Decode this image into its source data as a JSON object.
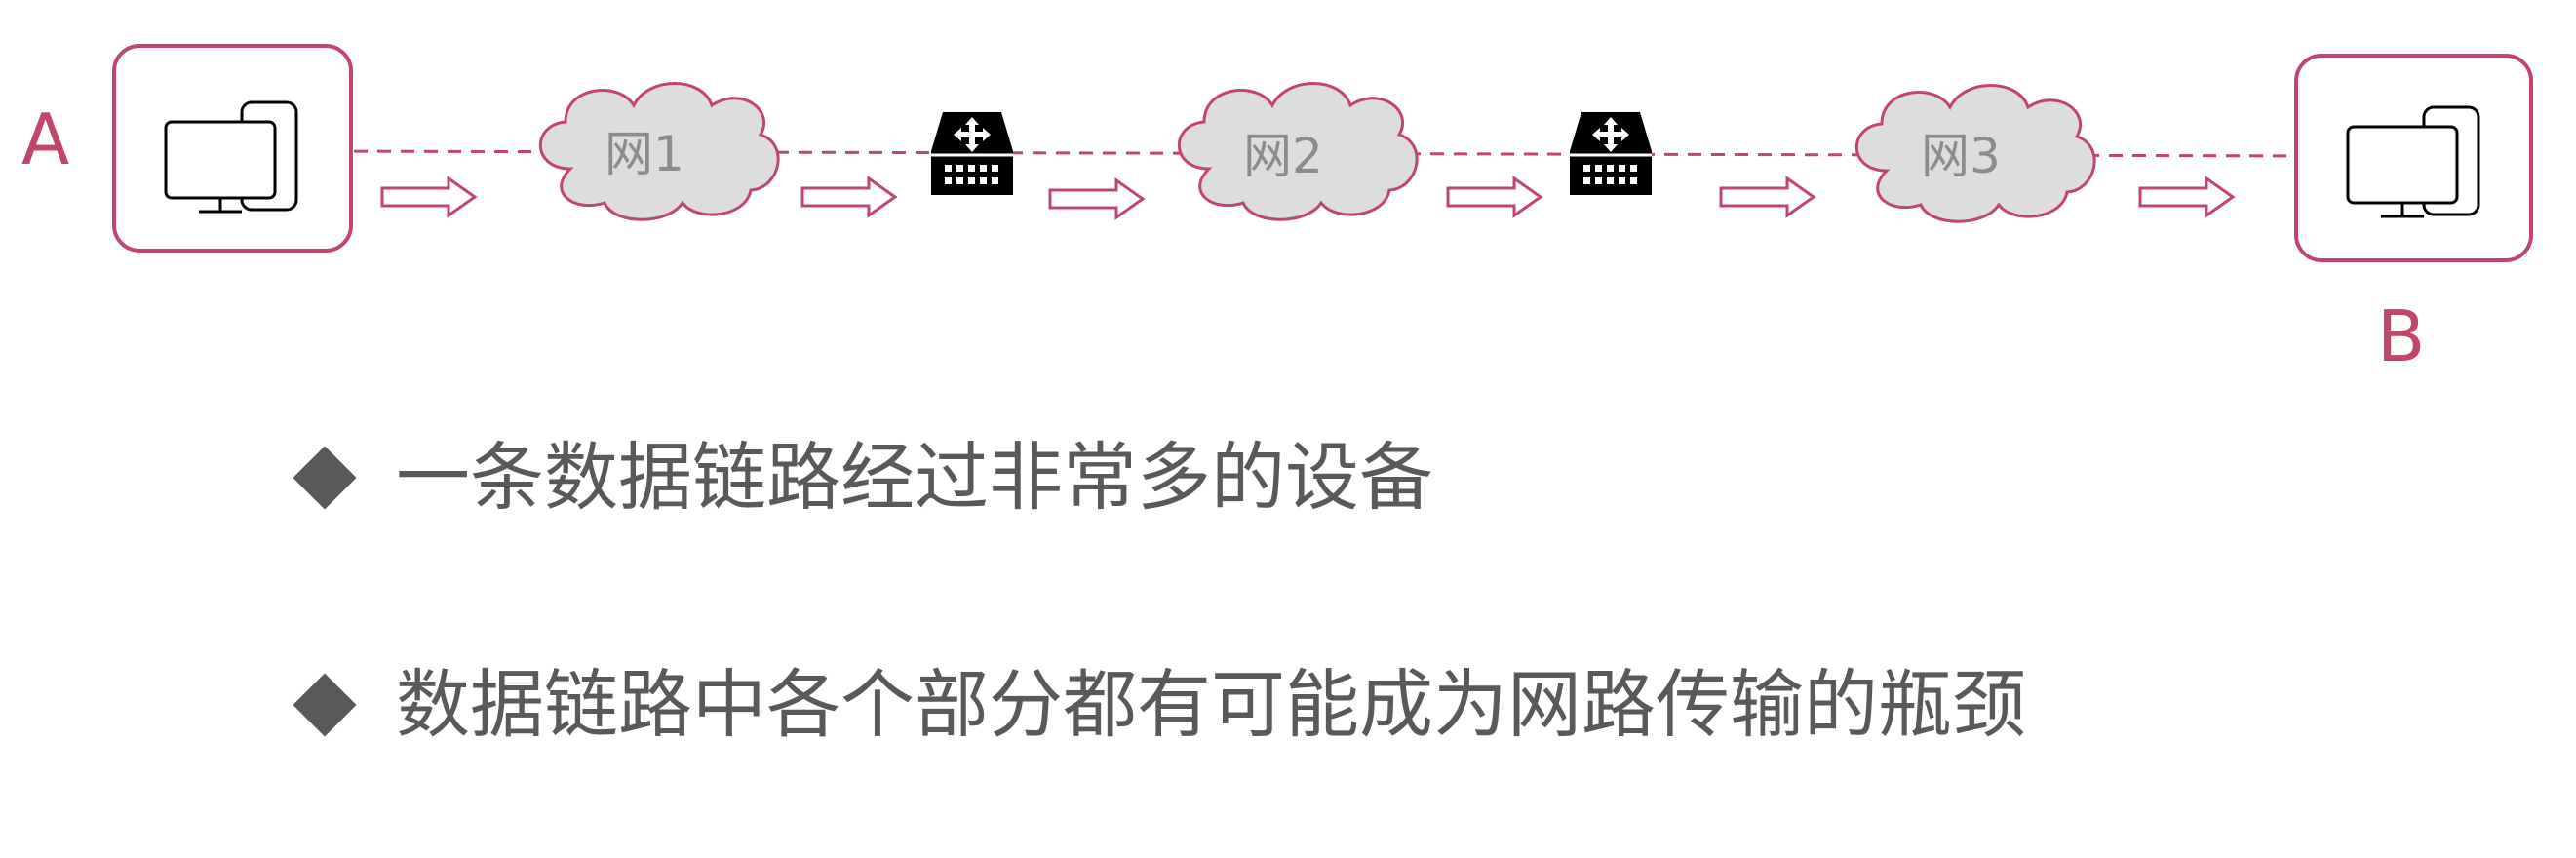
{
  "endpoints": {
    "a_label": "A",
    "b_label": "B"
  },
  "networks": [
    {
      "label": "网1"
    },
    {
      "label": "网2"
    },
    {
      "label": "网3"
    }
  ],
  "bullets": [
    {
      "text": "一条数据链路经过非常多的设备"
    },
    {
      "text": "数据链路中各个部分都有可能成为网路传输的瓶颈"
    }
  ],
  "icons": {
    "host": "computer-icon",
    "router": "router-icon",
    "network": "cloud-icon",
    "direction": "right-arrow-icon",
    "bullet": "diamond-icon"
  },
  "colors": {
    "accent": "#c0476a",
    "cloud_fill": "#dddddd",
    "text": "#595959",
    "device": "#000000"
  }
}
